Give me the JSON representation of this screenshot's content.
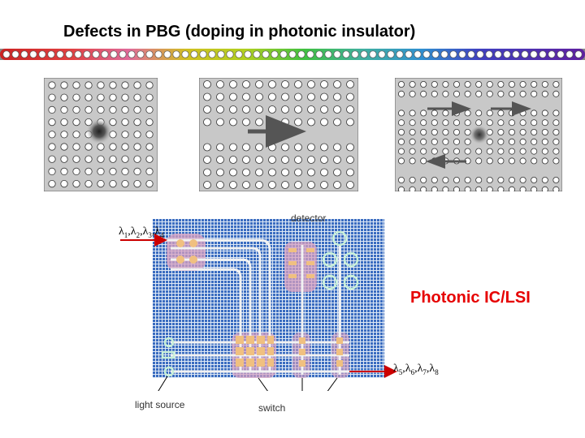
{
  "title": "Defects in PBG  (doping in photonic insulator)",
  "side_title": "Photonic IC/LSI",
  "labels": {
    "detector": "detector",
    "light_source": "light source",
    "switch": "switch"
  },
  "input_wavelengths": [
    "1",
    "2",
    "3",
    "4"
  ],
  "output_wavelengths": [
    "5",
    "6",
    "7",
    "8"
  ],
  "lambda_symbol": "λ",
  "colors": {
    "panel_bg": "#c8c8c8",
    "hole_fill": "#ffffff",
    "arrow": "#555555",
    "ic_grid": "#2f5fb3",
    "waveguide": "#f2f2f2",
    "node": "#f0c080",
    "red": "#e60000"
  }
}
